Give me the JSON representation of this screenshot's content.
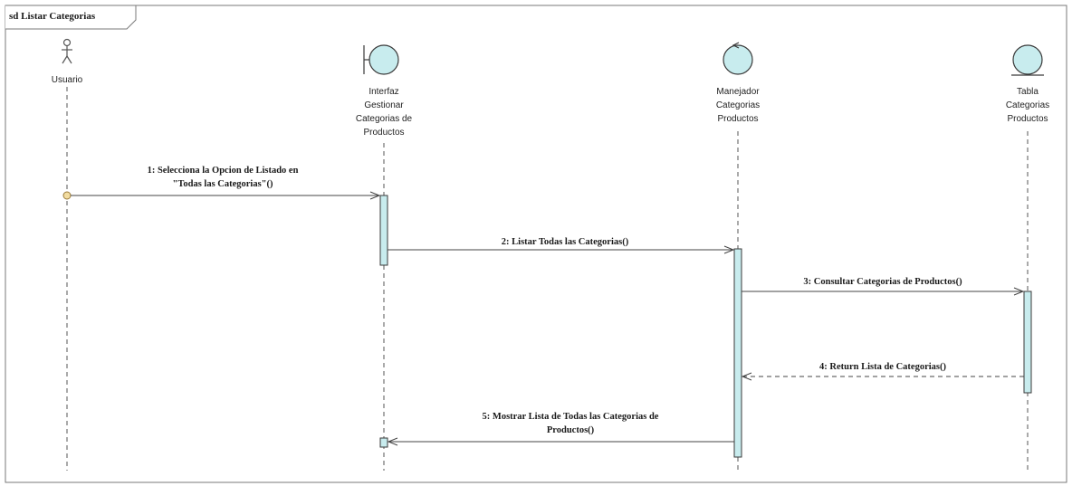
{
  "frame": {
    "title": "sd Listar Categorias"
  },
  "colors": {
    "fill": "#c8ecee",
    "stroke": "#3a3a3a",
    "line": "#555555",
    "frame_border": "#7a7a7a"
  },
  "participants": [
    {
      "id": "usuario",
      "kind": "actor",
      "icon": "actor-icon",
      "label": [
        "Usuario"
      ]
    },
    {
      "id": "interfaz",
      "kind": "boundary",
      "icon": "boundary-icon",
      "label": [
        "Interfaz",
        "Gestionar",
        "Categorias de",
        "Productos"
      ]
    },
    {
      "id": "manejador",
      "kind": "control",
      "icon": "control-icon",
      "label": [
        "Manejador",
        "Categorias",
        "Productos"
      ]
    },
    {
      "id": "tabla",
      "kind": "entity",
      "icon": "entity-icon",
      "label": [
        "Tabla",
        "Categorias",
        "Productos"
      ]
    }
  ],
  "messages": [
    {
      "number": 1,
      "from": "usuario",
      "to": "interfaz",
      "type": "sync",
      "label": [
        "1: Selecciona la Opcion de Listado en",
        "\"Todas las Categorias\"()"
      ]
    },
    {
      "number": 2,
      "from": "interfaz",
      "to": "manejador",
      "type": "sync",
      "label": [
        "2: Listar Todas las Categorias()"
      ]
    },
    {
      "number": 3,
      "from": "manejador",
      "to": "tabla",
      "type": "sync",
      "label": [
        "3: Consultar Categorias de Productos()"
      ]
    },
    {
      "number": 4,
      "from": "tabla",
      "to": "manejador",
      "type": "return",
      "label": [
        "4: Return Lista de Categorias()"
      ]
    },
    {
      "number": 5,
      "from": "manejador",
      "to": "interfaz",
      "type": "sync",
      "label": [
        "5: Mostrar Lista de Todas las Categorias de",
        "Productos()"
      ]
    }
  ]
}
